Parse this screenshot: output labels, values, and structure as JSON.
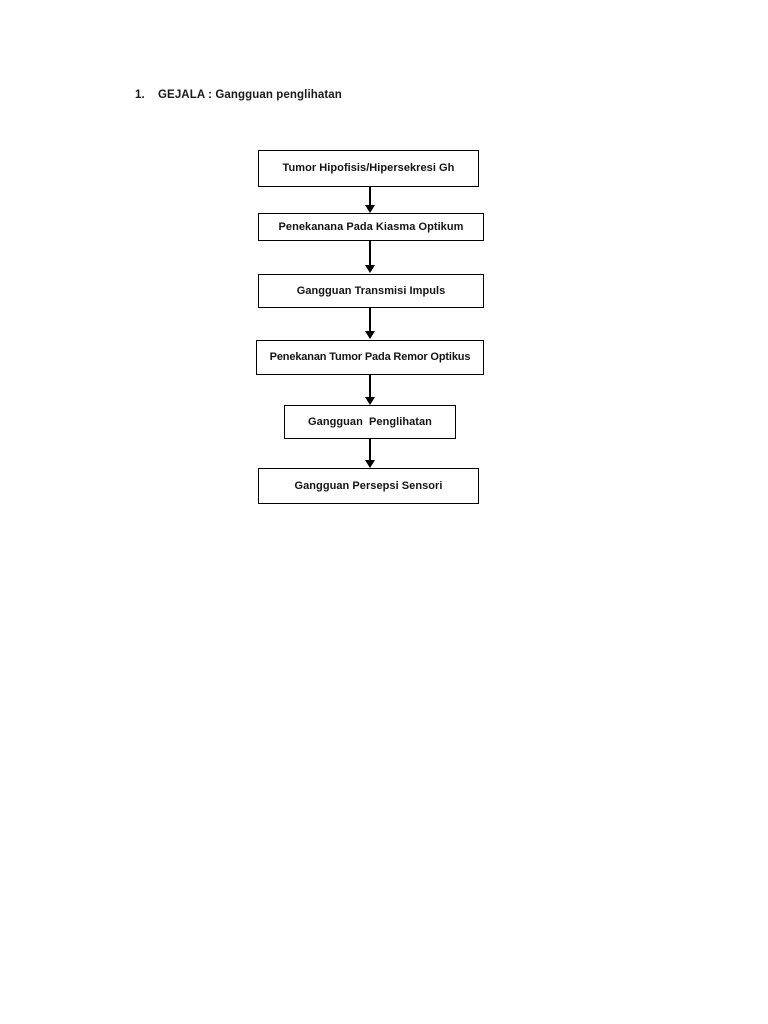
{
  "document": {
    "background_color": "#ffffff",
    "text_color": "#141414",
    "border_color": "#000000"
  },
  "heading": {
    "number": "1.",
    "text": "GEJALA : Gangguan penglihatan"
  },
  "flowchart": {
    "type": "flowchart",
    "orientation": "vertical-top-to-bottom",
    "nodes": [
      {
        "id": "node-1",
        "label": "Tumor Hipofisis/Hipersekresi Gh"
      },
      {
        "id": "node-2",
        "label": "Penekanana Pada Kiasma Optikum"
      },
      {
        "id": "node-3",
        "label": "Gangguan Transmisi Impuls"
      },
      {
        "id": "node-4",
        "label": "Penekanan Tumor Pada Remor Optikus"
      },
      {
        "id": "node-5",
        "label": "Gangguan  Penglihatan"
      },
      {
        "id": "node-6",
        "label": "Gangguan Persepsi Sensori"
      }
    ],
    "edges": [
      {
        "from": "node-1",
        "to": "node-2"
      },
      {
        "from": "node-2",
        "to": "node-3"
      },
      {
        "from": "node-3",
        "to": "node-4"
      },
      {
        "from": "node-4",
        "to": "node-5"
      },
      {
        "from": "node-5",
        "to": "node-6"
      }
    ]
  }
}
